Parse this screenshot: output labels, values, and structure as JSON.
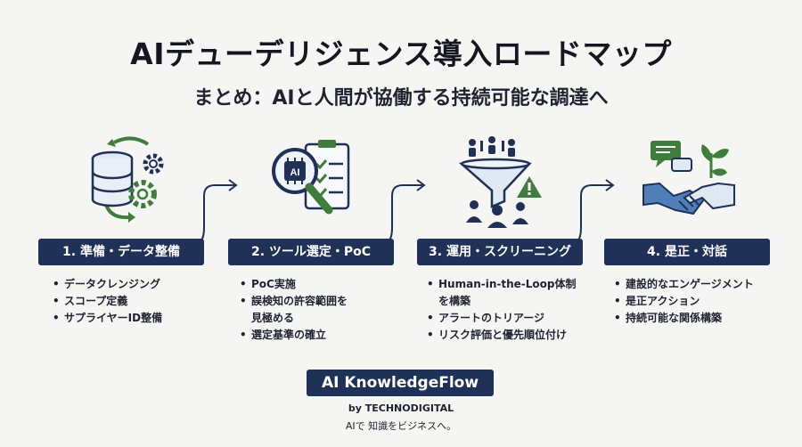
{
  "header": {
    "title": "AIデューデリジェンス導入ロードマップ",
    "subtitle": "まとめ：AIと人間が協働する持続可能な調達へ"
  },
  "steps": [
    {
      "label": "1. 準備・データ整備",
      "icon": "database-gears-icon",
      "bullets": [
        "データクレンジング",
        "スコープ定義",
        "サプライヤーID整備"
      ]
    },
    {
      "label": "2. ツール選定・PoC",
      "icon": "ai-magnifier-checklist-icon",
      "icon_text": "AI",
      "bullets": [
        "PoC実施",
        "誤検知の許容範囲を\n見極める",
        "選定基準の確立"
      ]
    },
    {
      "label": "3. 運用・スクリーニング",
      "icon": "funnel-people-alert-icon",
      "bullets": [
        "Human-in-the-Loop体制\nを構築",
        "アラートのトリアージ",
        "リスク評価と優先順位付け"
      ]
    },
    {
      "label": "4. 是正・対話",
      "icon": "handshake-dialogue-icon",
      "bullets": [
        "建設的なエンゲージメント",
        "是正アクション",
        "持続可能な関係構築"
      ]
    }
  ],
  "brand": {
    "name": "AI KnowledgeFlow",
    "by": "by TECHNODIGITAL",
    "tagline": "AIで 知識をビジネスへ。"
  },
  "colors": {
    "navy": "#1f3157",
    "green": "#3f7d3c",
    "blue": "#4f7fb8",
    "background": "#f5f6f4"
  }
}
